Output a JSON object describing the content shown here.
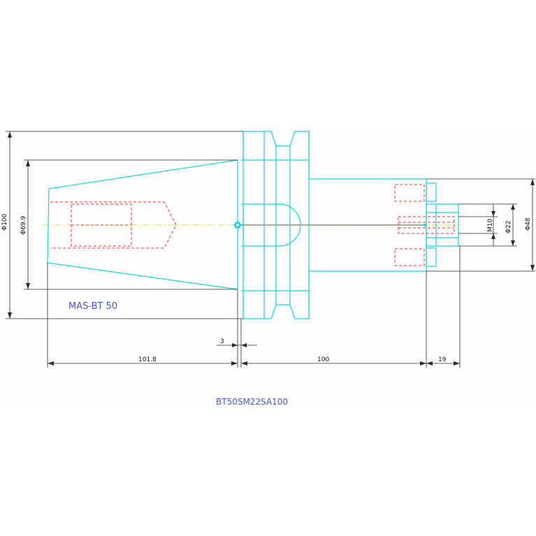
{
  "drawing": {
    "title": "MAS-BT 50",
    "part_code": "BT50SM22SA100"
  },
  "dimensions": {
    "d100": "Φ100",
    "d699": "Φ69.9",
    "d48": "Φ48",
    "d22": "Φ22",
    "m10": "M10",
    "gap3": "3",
    "len1018": "101.8",
    "len100": "100",
    "len19": "19"
  },
  "colors": {
    "outline": "#14d2e6",
    "hidden": "#ff2e2e",
    "centerline": "#e6dc3c",
    "text": "#4a55e0"
  }
}
